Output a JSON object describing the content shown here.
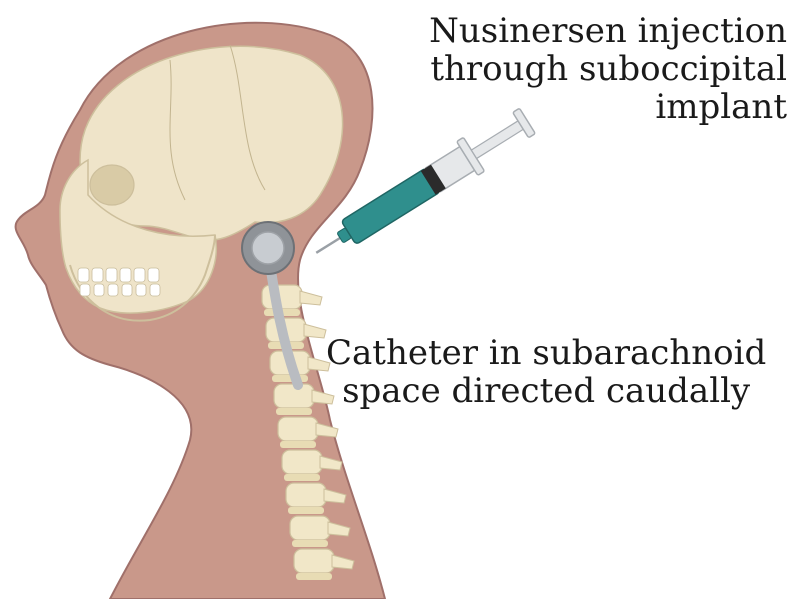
{
  "labels": {
    "injection": {
      "lines": [
        "Nusinersen injection",
        "through suboccipital",
        "implant"
      ]
    },
    "catheter": {
      "lines": [
        "Catheter in subarachnoid",
        "space directed caudally"
      ]
    }
  },
  "colors": {
    "skin": "#c9988a",
    "skin_outline": "#a0706a",
    "skull": "#efe4c9",
    "skull_outline": "#cdbf9c",
    "vertebra": "#f1e7c8",
    "disc": "#e8dcb4",
    "catheter": "#b9bcc1",
    "port_outer": "#8f9398",
    "port_inner": "#c8ccd1",
    "syringe_fluid": "#2f8f8d",
    "syringe_barrel": "#e6e8ea",
    "plunger": "#2b2b2b",
    "needle": "#9aa0a6",
    "background": "#ffffff"
  },
  "icons": {
    "head": "head-silhouette",
    "skull": "skull",
    "spine": "cervical-spine",
    "port": "suboccipital-port",
    "catheter": "catheter",
    "syringe": "syringe"
  }
}
